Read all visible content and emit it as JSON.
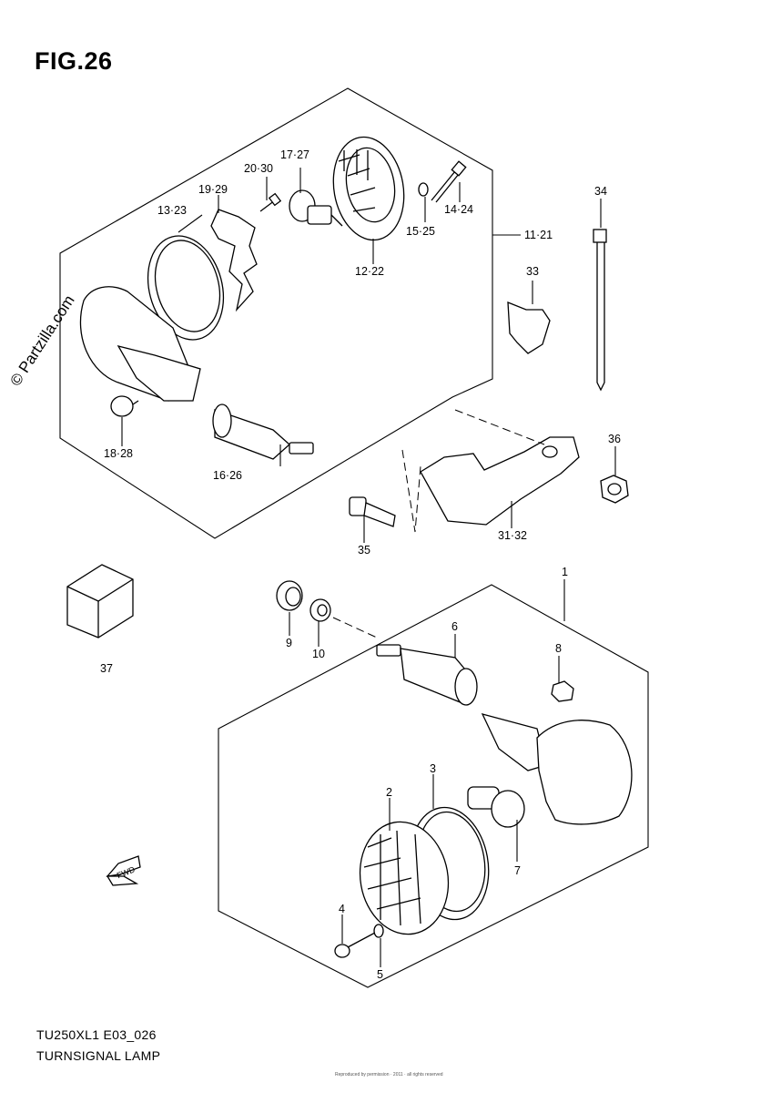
{
  "figure_title": "FIG.26",
  "watermark": "© Partzilla.com",
  "direction_mark": "FWD",
  "footer": {
    "code": "TU250XL1 E03_026",
    "caption": "TURNSIGNAL LAMP",
    "copyright": "Reproduced by permission · 2011 · all rights reserved"
  },
  "callouts": {
    "c17_27": "17·27",
    "c20_30": "20·30",
    "c19_29": "19·29",
    "c13_23": "13·23",
    "c14_24": "14·24",
    "c15_25": "15·25",
    "c11_21": "11·21",
    "c12_22": "12·22",
    "c34": "34",
    "c33": "33",
    "c18_28": "18·28",
    "c16_26": "16·26",
    "c36": "36",
    "c35": "35",
    "c31_32": "31·32",
    "c1": "1",
    "c37": "37",
    "c9": "9",
    "c10": "10",
    "c6": "6",
    "c8": "8",
    "c3": "3",
    "c2": "2",
    "c7": "7",
    "c4": "4",
    "c5": "5"
  }
}
